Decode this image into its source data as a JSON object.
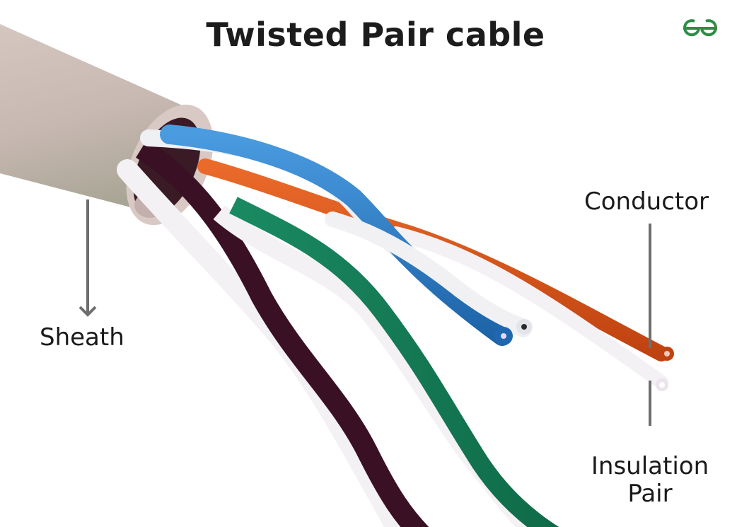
{
  "diagram": {
    "title": "Twisted Pair cable",
    "brand_logo": {
      "icon": "geeksforgeeks-logo-icon",
      "color": "#2f8d46"
    },
    "labels": {
      "sheath": "Sheath",
      "conductor": "Conductor",
      "insulation_line1": "Insulation",
      "insulation_line2": "Pair"
    },
    "colors": {
      "sheath": "#cbbcb6",
      "wire_blue": "#2c7fc6",
      "wire_orange": "#d9531a",
      "wire_green": "#137a55",
      "wire_brown": "#3a1024",
      "wire_white": "#f4f1f4",
      "leader_line": "#6e6e6e",
      "text": "#1a1a1a"
    }
  }
}
